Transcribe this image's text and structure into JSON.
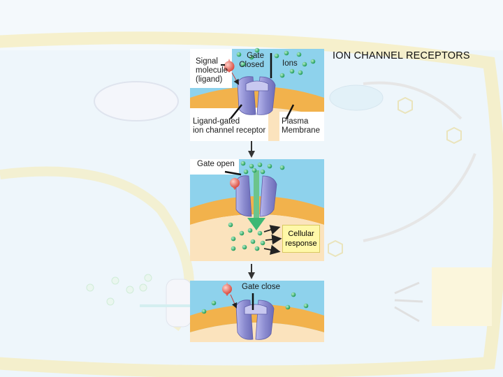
{
  "title": "ION CHANNEL RECEPTORS",
  "panel1": {
    "signal_label": [
      "Signal",
      "molecule",
      "(ligand)"
    ],
    "gate_label": [
      "Gate",
      "Closed"
    ],
    "ions_label": "Ions",
    "receptor_label": [
      "Ligand-gated",
      "ion channel receptor"
    ],
    "membrane_label": [
      "Plasma",
      "Membrane"
    ]
  },
  "panel2": {
    "gate_label": "Gate open",
    "response_label": [
      "Cellular",
      "response"
    ]
  },
  "panel3": {
    "gate_label": "Gate close"
  },
  "colors": {
    "extracellular": "#8ed2ec",
    "membrane": "#f2b24c",
    "cytoplasm": "#fbe3bd",
    "ion": "#3cb874",
    "ligand": "#e8706a",
    "channel": "#9a9ad8",
    "response_box": "#fff8a8",
    "background_faded": "#eef6fb"
  }
}
